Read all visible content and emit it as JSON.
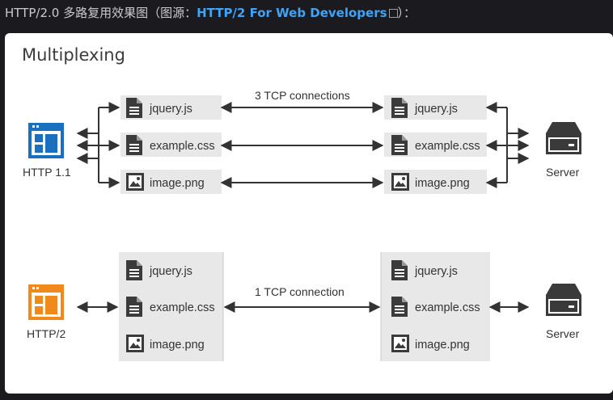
{
  "caption": {
    "prefix": "HTTP/2.0 多路复用效果图（图源：",
    "link_text": "HTTP/2 For Web Developers",
    "suffix": "）："
  },
  "diagram": {
    "title": "Multiplexing",
    "http1": {
      "client_label": "HTTP 1.1",
      "connection_label": "3 TCP connections",
      "server_label": "Server",
      "files": [
        "jquery.js",
        "example.css",
        "image.png"
      ]
    },
    "http2": {
      "client_label": "HTTP/2",
      "connection_label": "1 TCP connection",
      "server_label": "Server",
      "files": [
        "jquery.js",
        "example.css",
        "image.png"
      ]
    },
    "colors": {
      "http1_client": "#1a6fbf",
      "http2_client": "#f08a1c",
      "server": "#3a3a3a",
      "file_box": "#e8e8e8"
    }
  }
}
